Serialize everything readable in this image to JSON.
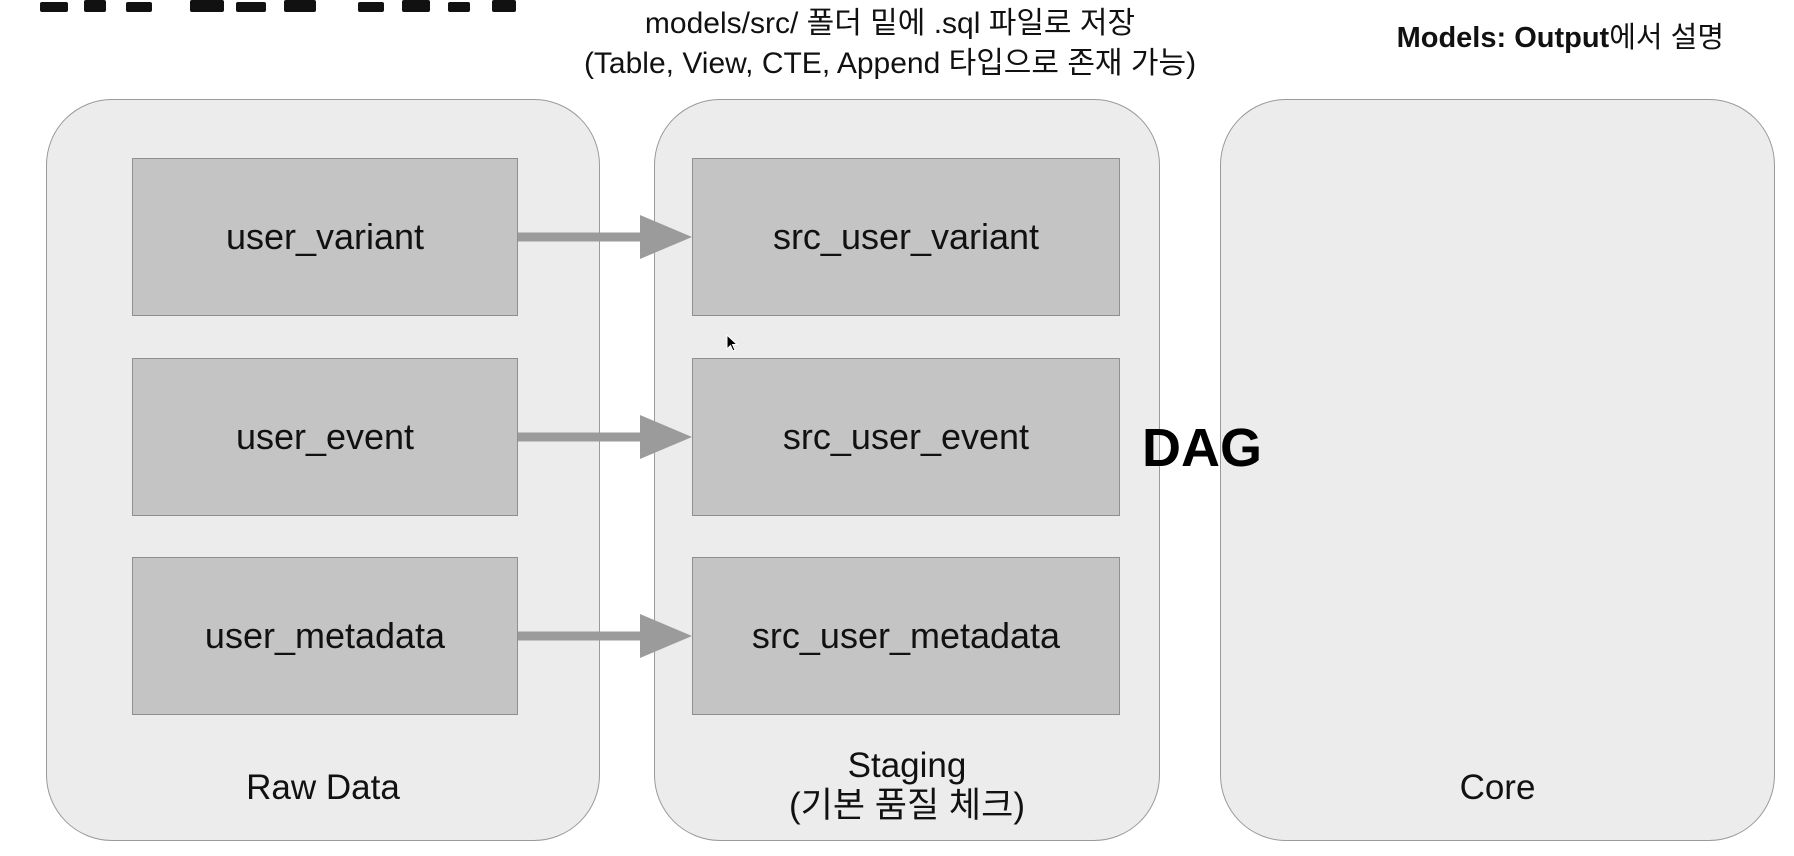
{
  "notes": {
    "src_folder_line1": "models/src/ 폴더 밑에 .sql 파일로 저장",
    "src_folder_line2": "(Table, View, CTE, Append 타입으로 존재 가능)",
    "models_bold": "Models: Output",
    "models_rest": "에서 설명"
  },
  "panels": {
    "raw": {
      "label": "Raw Data",
      "boxes": [
        "user_variant",
        "user_event",
        "user_metadata"
      ]
    },
    "staging": {
      "label_line1": "Staging",
      "label_line2": "(기본 품질 체크)",
      "boxes": [
        "src_user_variant",
        "src_user_event",
        "src_user_metadata"
      ]
    },
    "core": {
      "label": "Core"
    }
  },
  "dag_label": "DAG",
  "colors": {
    "panel_fill": "#ececec",
    "box_fill": "#c4c4c4",
    "arrow": "#9b9b9b"
  }
}
